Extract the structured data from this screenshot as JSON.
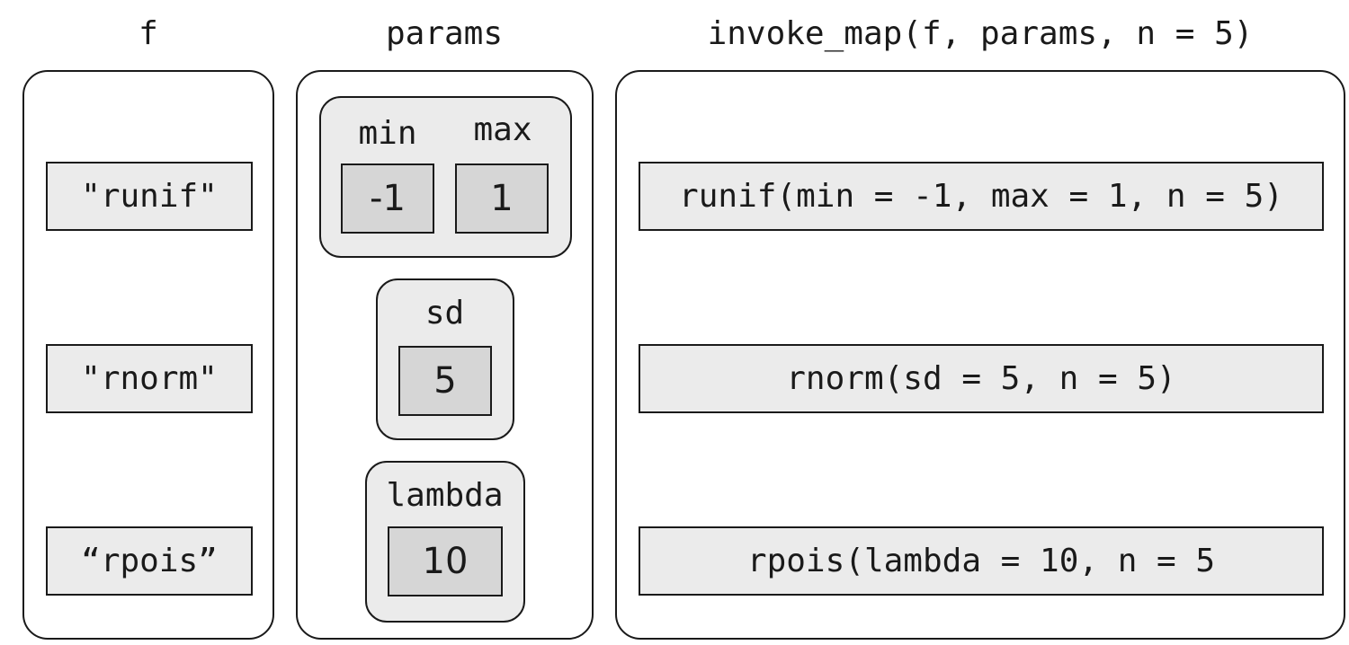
{
  "headings": {
    "f": "f",
    "params": "params",
    "result": "invoke_map(f, params, n = 5)"
  },
  "f_items": [
    "\"runif\"",
    "\"rnorm\"",
    "“rpois”"
  ],
  "params": {
    "runif": [
      {
        "name": "min",
        "value": "-1"
      },
      {
        "name": "max",
        "value": "1"
      }
    ],
    "rnorm": [
      {
        "name": "sd",
        "value": "5"
      }
    ],
    "rpois": [
      {
        "name": "lambda",
        "value": "10"
      }
    ]
  },
  "calls": [
    "runif(min = -1, max = 1, n = 5)",
    "rnorm(sd = 5, n = 5)",
    "rpois(lambda = 10, n = 5"
  ]
}
